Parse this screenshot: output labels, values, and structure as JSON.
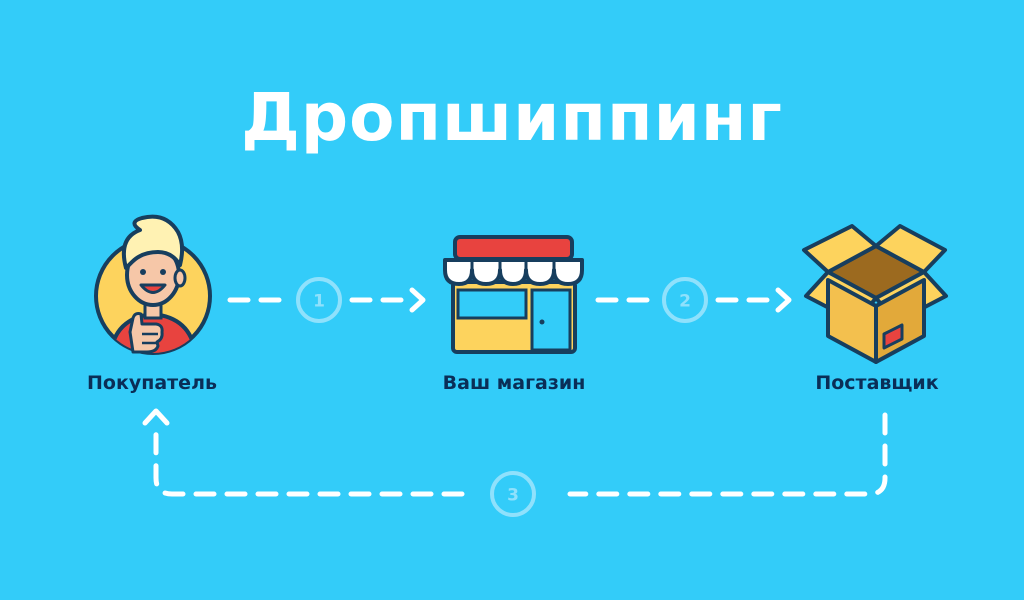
{
  "title": "Дропшиппинг",
  "colors": {
    "background": "#33ccf9",
    "label_text": "#0a2e57",
    "arrow": "#ffffff",
    "step_circle": "#8fe1fc",
    "outline": "#173e5e",
    "yellow": "#fdd35d",
    "red": "#e8433f",
    "box": "#f3c04e"
  },
  "nodes": {
    "buyer": {
      "label": "Покупатель",
      "icon": "buyer-thumbs-up-icon"
    },
    "shop": {
      "label": "Ваш магазин",
      "icon": "storefront-icon"
    },
    "supplier": {
      "label": "Поставщик",
      "icon": "open-box-icon"
    }
  },
  "steps": [
    {
      "number": "1",
      "from": "Покупатель",
      "to": "Ваш магазин"
    },
    {
      "number": "2",
      "from": "Ваш магазин",
      "to": "Поставщик"
    },
    {
      "number": "3",
      "from": "Поставщик",
      "to": "Покупатель"
    }
  ]
}
